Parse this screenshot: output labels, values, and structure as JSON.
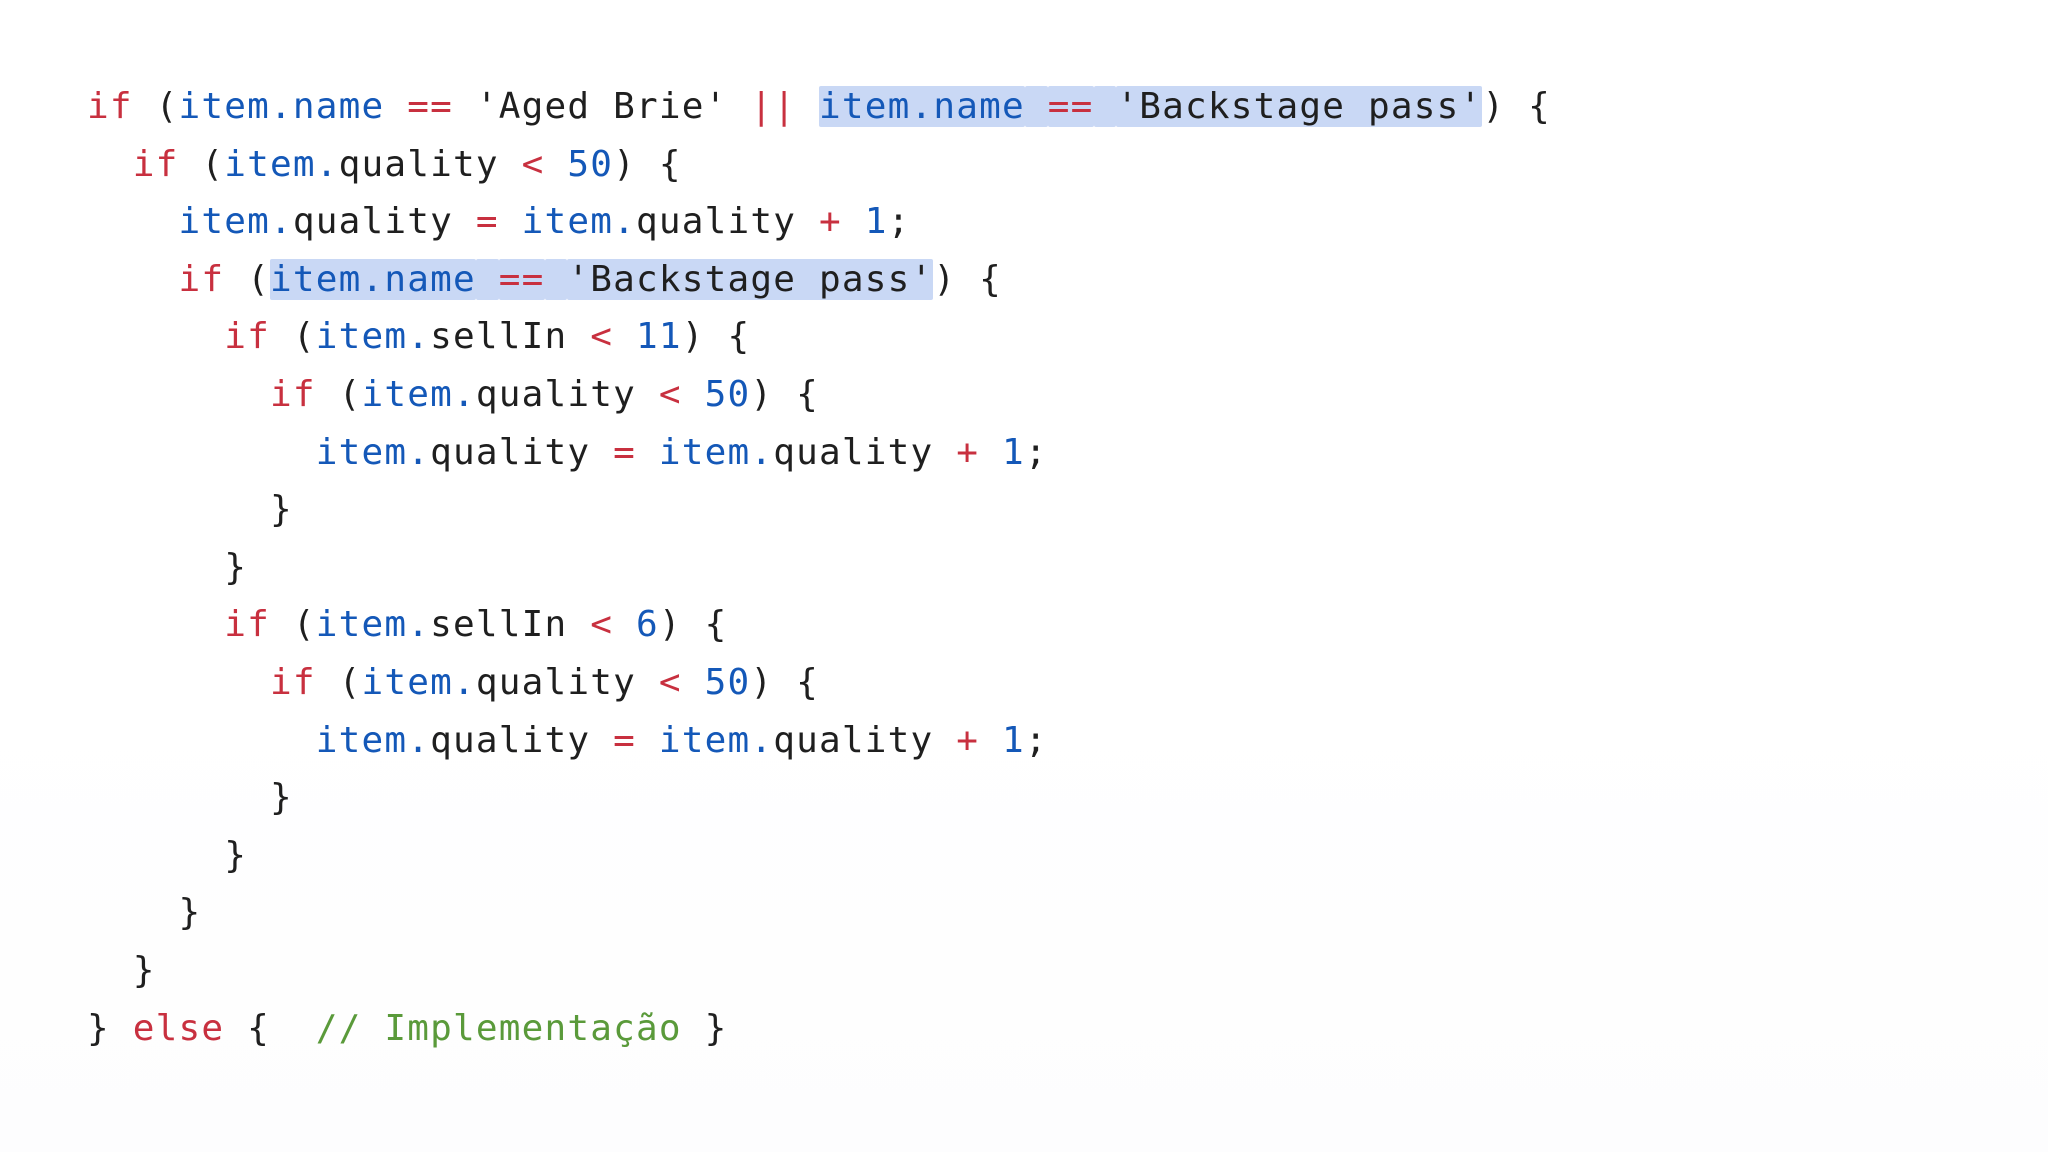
{
  "code": {
    "lines": [
      [
        {
          "t": "if",
          "c": "kw"
        },
        {
          "t": " (",
          "c": "punc"
        },
        {
          "t": "item.name",
          "c": "id"
        },
        {
          "t": " ",
          "c": "punc"
        },
        {
          "t": "==",
          "c": "op"
        },
        {
          "t": " ",
          "c": "punc"
        },
        {
          "t": "'Aged Brie'",
          "c": "str"
        },
        {
          "t": " ",
          "c": "punc"
        },
        {
          "t": "||",
          "c": "op"
        },
        {
          "t": " ",
          "c": "punc"
        },
        {
          "t": "item.name",
          "c": "id",
          "hl": true
        },
        {
          "t": " ",
          "c": "punc",
          "hl": true
        },
        {
          "t": "==",
          "c": "op",
          "hl": true
        },
        {
          "t": " ",
          "c": "punc",
          "hl": true
        },
        {
          "t": "'Backstage pass'",
          "c": "str",
          "hl": true
        },
        {
          "t": ") {",
          "c": "punc"
        }
      ],
      [
        {
          "t": "  ",
          "c": "punc"
        },
        {
          "t": "if",
          "c": "kw"
        },
        {
          "t": " (",
          "c": "punc"
        },
        {
          "t": "item.",
          "c": "id"
        },
        {
          "t": "quality",
          "c": "prop"
        },
        {
          "t": " ",
          "c": "punc"
        },
        {
          "t": "<",
          "c": "op"
        },
        {
          "t": " ",
          "c": "punc"
        },
        {
          "t": "50",
          "c": "num"
        },
        {
          "t": ") {",
          "c": "punc"
        }
      ],
      [
        {
          "t": "    ",
          "c": "punc"
        },
        {
          "t": "item.",
          "c": "id"
        },
        {
          "t": "quality",
          "c": "prop"
        },
        {
          "t": " ",
          "c": "punc"
        },
        {
          "t": "=",
          "c": "op"
        },
        {
          "t": " ",
          "c": "punc"
        },
        {
          "t": "item.",
          "c": "id"
        },
        {
          "t": "quality",
          "c": "prop"
        },
        {
          "t": " ",
          "c": "punc"
        },
        {
          "t": "+",
          "c": "op"
        },
        {
          "t": " ",
          "c": "punc"
        },
        {
          "t": "1",
          "c": "num"
        },
        {
          "t": ";",
          "c": "punc"
        }
      ],
      [
        {
          "t": "    ",
          "c": "punc"
        },
        {
          "t": "if",
          "c": "kw"
        },
        {
          "t": " (",
          "c": "punc"
        },
        {
          "t": "item.name",
          "c": "id",
          "hl": true
        },
        {
          "t": " ",
          "c": "punc",
          "hl": true
        },
        {
          "t": "==",
          "c": "op",
          "hl": true
        },
        {
          "t": " ",
          "c": "punc",
          "hl": true
        },
        {
          "t": "'Backstage pass'",
          "c": "str",
          "hl": true
        },
        {
          "t": ") {",
          "c": "punc"
        }
      ],
      [
        {
          "t": "      ",
          "c": "punc"
        },
        {
          "t": "if",
          "c": "kw"
        },
        {
          "t": " (",
          "c": "punc"
        },
        {
          "t": "item.",
          "c": "id"
        },
        {
          "t": "sellIn",
          "c": "prop"
        },
        {
          "t": " ",
          "c": "punc"
        },
        {
          "t": "<",
          "c": "op"
        },
        {
          "t": " ",
          "c": "punc"
        },
        {
          "t": "11",
          "c": "num"
        },
        {
          "t": ") {",
          "c": "punc"
        }
      ],
      [
        {
          "t": "        ",
          "c": "punc"
        },
        {
          "t": "if",
          "c": "kw"
        },
        {
          "t": " (",
          "c": "punc"
        },
        {
          "t": "item.",
          "c": "id"
        },
        {
          "t": "quality",
          "c": "prop"
        },
        {
          "t": " ",
          "c": "punc"
        },
        {
          "t": "<",
          "c": "op"
        },
        {
          "t": " ",
          "c": "punc"
        },
        {
          "t": "50",
          "c": "num"
        },
        {
          "t": ") {",
          "c": "punc"
        }
      ],
      [
        {
          "t": "          ",
          "c": "punc"
        },
        {
          "t": "item.",
          "c": "id"
        },
        {
          "t": "quality",
          "c": "prop"
        },
        {
          "t": " ",
          "c": "punc"
        },
        {
          "t": "=",
          "c": "op"
        },
        {
          "t": " ",
          "c": "punc"
        },
        {
          "t": "item.",
          "c": "id"
        },
        {
          "t": "quality",
          "c": "prop"
        },
        {
          "t": " ",
          "c": "punc"
        },
        {
          "t": "+",
          "c": "op"
        },
        {
          "t": " ",
          "c": "punc"
        },
        {
          "t": "1",
          "c": "num"
        },
        {
          "t": ";",
          "c": "punc"
        }
      ],
      [
        {
          "t": "        }",
          "c": "punc"
        }
      ],
      [
        {
          "t": "      }",
          "c": "punc"
        }
      ],
      [
        {
          "t": "      ",
          "c": "punc"
        },
        {
          "t": "if",
          "c": "kw"
        },
        {
          "t": " (",
          "c": "punc"
        },
        {
          "t": "item.",
          "c": "id"
        },
        {
          "t": "sellIn",
          "c": "prop"
        },
        {
          "t": " ",
          "c": "punc"
        },
        {
          "t": "<",
          "c": "op"
        },
        {
          "t": " ",
          "c": "punc"
        },
        {
          "t": "6",
          "c": "num"
        },
        {
          "t": ") {",
          "c": "punc"
        }
      ],
      [
        {
          "t": "        ",
          "c": "punc"
        },
        {
          "t": "if",
          "c": "kw"
        },
        {
          "t": " (",
          "c": "punc"
        },
        {
          "t": "item.",
          "c": "id"
        },
        {
          "t": "quality",
          "c": "prop"
        },
        {
          "t": " ",
          "c": "punc"
        },
        {
          "t": "<",
          "c": "op"
        },
        {
          "t": " ",
          "c": "punc"
        },
        {
          "t": "50",
          "c": "num"
        },
        {
          "t": ") {",
          "c": "punc"
        }
      ],
      [
        {
          "t": "          ",
          "c": "punc"
        },
        {
          "t": "item.",
          "c": "id"
        },
        {
          "t": "quality",
          "c": "prop"
        },
        {
          "t": " ",
          "c": "punc"
        },
        {
          "t": "=",
          "c": "op"
        },
        {
          "t": " ",
          "c": "punc"
        },
        {
          "t": "item.",
          "c": "id"
        },
        {
          "t": "quality",
          "c": "prop"
        },
        {
          "t": " ",
          "c": "punc"
        },
        {
          "t": "+",
          "c": "op"
        },
        {
          "t": " ",
          "c": "punc"
        },
        {
          "t": "1",
          "c": "num"
        },
        {
          "t": ";",
          "c": "punc"
        }
      ],
      [
        {
          "t": "        }",
          "c": "punc"
        }
      ],
      [
        {
          "t": "      }",
          "c": "punc"
        }
      ],
      [
        {
          "t": "    }",
          "c": "punc"
        }
      ],
      [
        {
          "t": "  }",
          "c": "punc"
        }
      ],
      [
        {
          "t": "} ",
          "c": "punc"
        },
        {
          "t": "else",
          "c": "kw"
        },
        {
          "t": " {  ",
          "c": "punc"
        },
        {
          "t": "// Implementação",
          "c": "cmt"
        },
        {
          "t": " }",
          "c": "punc"
        }
      ]
    ]
  },
  "colors": {
    "keyword": "#c8303f",
    "identifier": "#1458b8",
    "comment": "#5a9a3a",
    "text": "#1f1f1f",
    "selection": "#c9d8f5"
  }
}
